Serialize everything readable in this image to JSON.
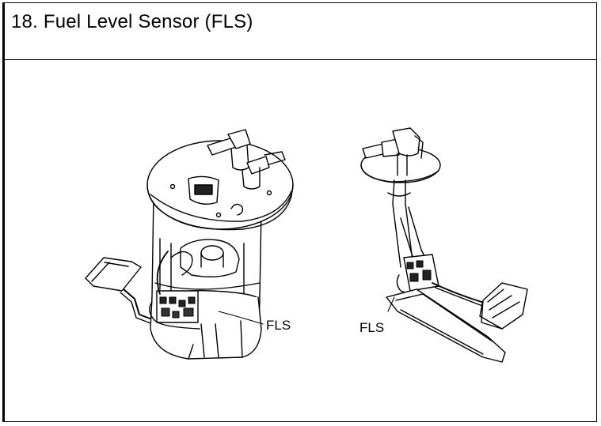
{
  "section": {
    "title": "18. Fuel Level Sensor (FLS)"
  },
  "diagram": {
    "left_unit": {
      "callout": "FLS"
    },
    "right_unit": {
      "callout": "FLS"
    }
  }
}
